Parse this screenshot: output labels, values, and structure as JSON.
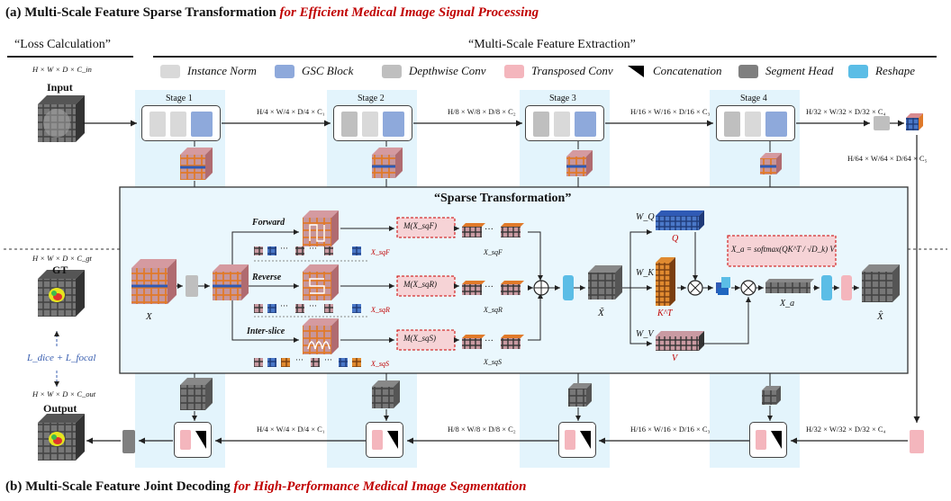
{
  "title_a": {
    "bold": "(a) Multi-Scale Feature Sparse Transformation",
    "italic": "for Efficient Medical Image Signal Processing"
  },
  "title_b": {
    "bold": "(b) Multi-Scale Feature Joint Decoding",
    "italic": "for High-Performance Medical Image Segmentation"
  },
  "loss_header": "“Loss Calculation”",
  "extraction_header": "“Multi-Scale Feature Extraction”",
  "sparse_header": "“Sparse Transformation”",
  "legend": [
    {
      "label": "Instance Norm",
      "color": "#d9d9d9"
    },
    {
      "label": "GSC Block",
      "color": "#8ea9db"
    },
    {
      "label": "Depthwise Conv",
      "color": "#bfbfbf"
    },
    {
      "label": "Transposed Conv",
      "color": "#f4b6bd"
    },
    {
      "label": "Concatenation",
      "color": "#000000"
    },
    {
      "label": "Segment Head",
      "color": "#7f7f7f"
    },
    {
      "label": "Reshape",
      "color": "#5bbde6"
    }
  ],
  "input": {
    "dims": "H × W × D × C_in",
    "label": "Input"
  },
  "gt": {
    "dims": "H × W × D × C_gt",
    "label": "GT"
  },
  "output": {
    "dims": "H × W × D × C_out",
    "label": "Output"
  },
  "loss_formula": "L_dice + L_focal",
  "stages": [
    "Stage 1",
    "Stage 2",
    "Stage 3",
    "Stage 4"
  ],
  "enc_dims": [
    "H/4 × W/4 × D/4 × C₁",
    "H/8 × W/8 × D/8 × C₂",
    "H/16 × W/16 × D/16 × C₃",
    "H/32 × W/32 × D/32 × C₄",
    "H/64 × W/64 × D/64 × C₅"
  ],
  "dec_dims": [
    "H/4 × W/4 × D/4 × C₁",
    "H/8 × W/8 × D/8 × C₂",
    "H/16 × W/16 × D/16 × C₃",
    "H/32 × W/32 × D/32 × C₄"
  ],
  "sparse": {
    "x_label": "X",
    "branches": [
      {
        "name": "Forward",
        "m": "M(X_sqF)",
        "xs": "X_sqF"
      },
      {
        "name": "Reverse",
        "m": "M(X_sqR)",
        "xs": "X_sqR"
      },
      {
        "name": "Inter-slice",
        "m": "M(X_sqS)",
        "xs": "X_sqS"
      }
    ],
    "dots": "···",
    "xtilde": "X̃",
    "wq": "W_Q",
    "wk": "W_K",
    "wv": "W_V",
    "q": "Q",
    "kt": "K^T",
    "v": "V",
    "attn_formula": "X_a = softmax(QK^T / √D_k) V",
    "xa": "X_a",
    "xhat": "X̂"
  }
}
